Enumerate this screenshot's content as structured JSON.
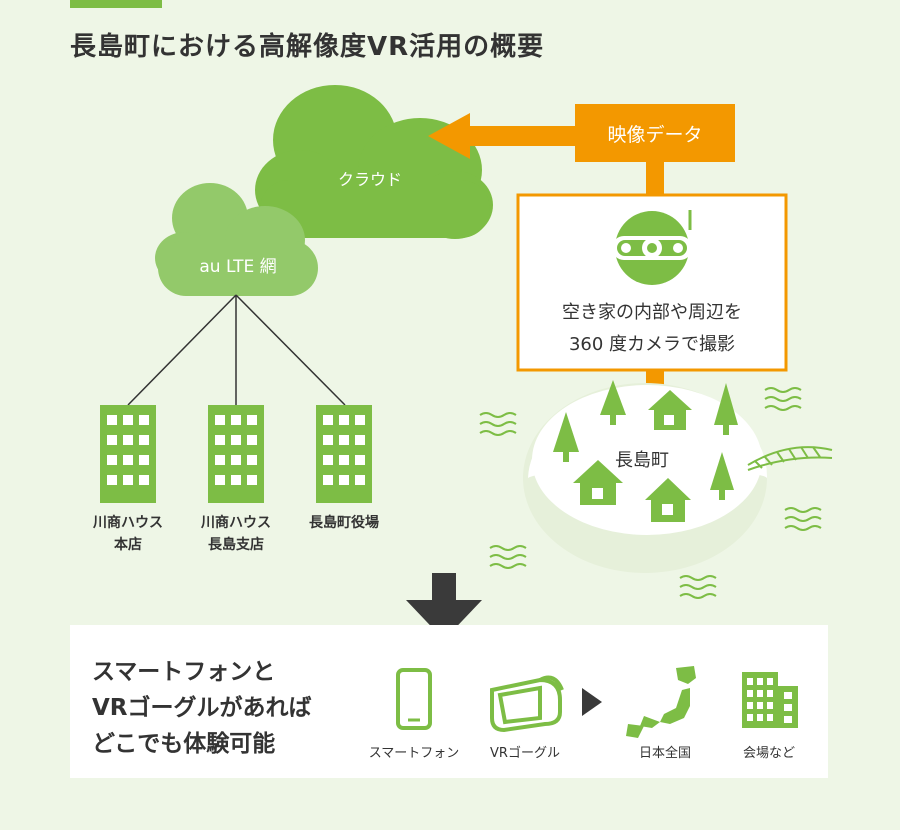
{
  "title": "長島町における高解像度VR活用の概要",
  "cloud": "クラウド",
  "lte": "au LTE 網",
  "video_data": "映像データ",
  "camera_text": [
    "空き家の内部や周辺を",
    "360 度カメラで撮影"
  ],
  "town": "長島町",
  "buildings": [
    {
      "lines": [
        "川商ハウス",
        "本店"
      ]
    },
    {
      "lines": [
        "川商ハウス",
        "長島支店"
      ]
    },
    {
      "lines": [
        "長島町役場"
      ]
    }
  ],
  "message": [
    "スマートフォンと",
    "VRゴーグルがあれば",
    "どこでも体験可能"
  ],
  "devices": {
    "smartphone": "スマートフォン",
    "vr_goggle": "VRゴーグル",
    "japan": "日本全国",
    "venue": "会場など"
  },
  "colors": {
    "green": "#7dbd45",
    "light_green": "#93c96a",
    "orange": "#f39800",
    "background": "#eef6e6",
    "dark_arrow": "#3a3a3a"
  }
}
